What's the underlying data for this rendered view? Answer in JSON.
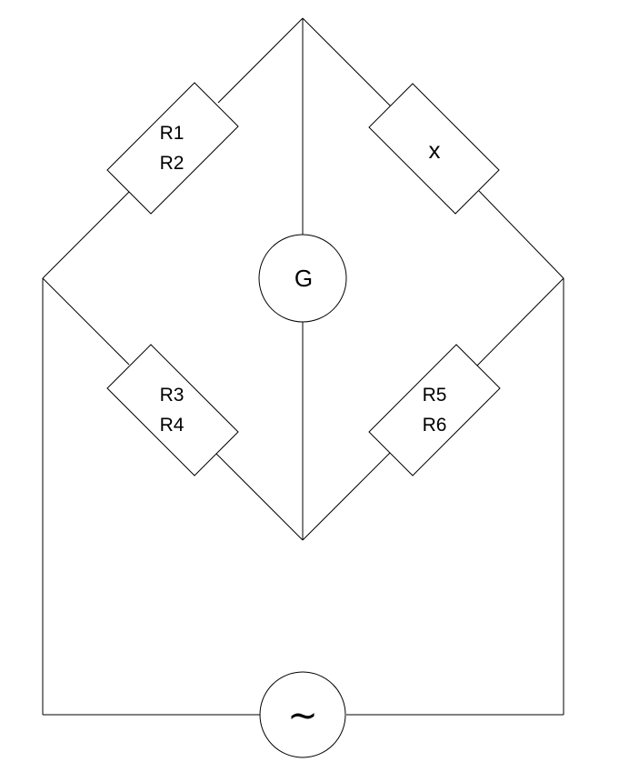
{
  "diagram": {
    "resistors": [
      {
        "id": "r1r2",
        "lines": [
          "R1",
          "R2"
        ]
      },
      {
        "id": "x",
        "lines": [
          "x"
        ]
      },
      {
        "id": "r3r4",
        "lines": [
          "R3",
          "R4"
        ]
      },
      {
        "id": "r5r6",
        "lines": [
          "R5",
          "R6"
        ]
      }
    ],
    "galvanometer": {
      "label": "G"
    },
    "source": {
      "label": "~"
    }
  }
}
